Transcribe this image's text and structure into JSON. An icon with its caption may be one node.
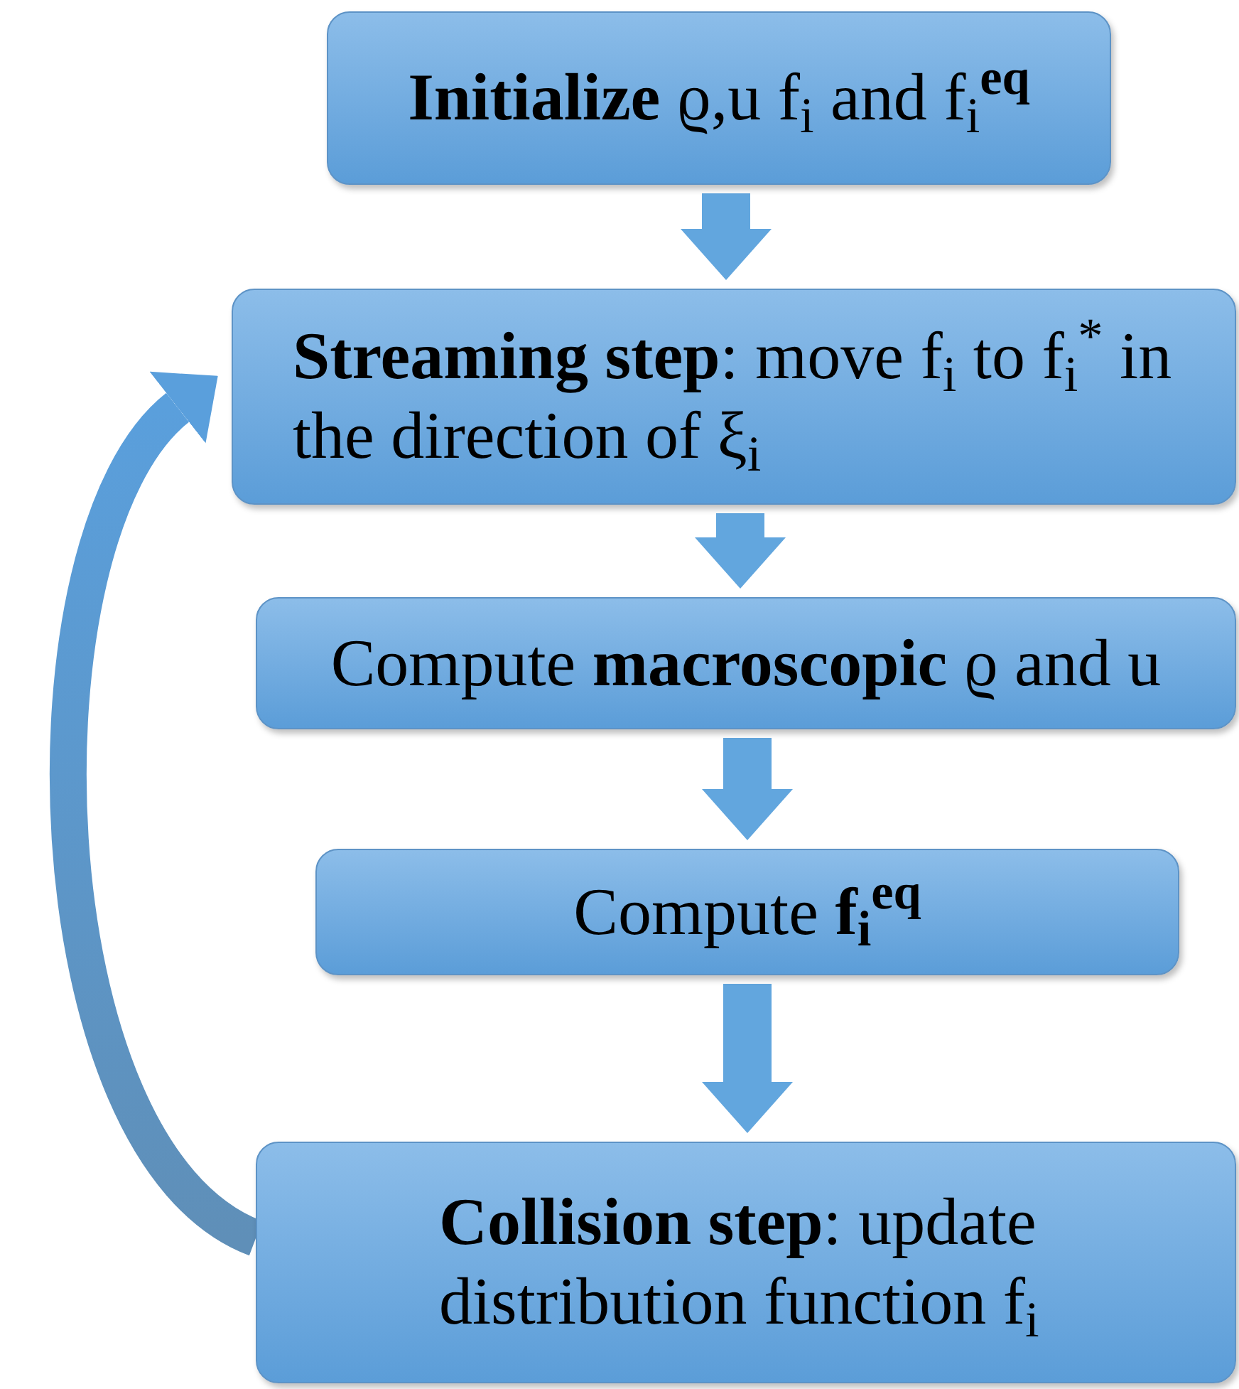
{
  "diagram": {
    "nodes": [
      {
        "text": [
          "**Initialize** ϱ,u f$_{i}$ and f$_{i}$**$^{eq}$**"
        ]
      },
      {
        "text": [
          "**Streaming step**: move f$_{i}$ to f$_{i}$$^{*}$ in the direction of ξ$_{i}$"
        ]
      },
      {
        "text": [
          "Compute **macroscopic** ϱ and u"
        ]
      },
      {
        "text": [
          "Compute **f$_{i}$$^{eq}$**"
        ]
      },
      {
        "text": [
          "**Collision step**: update distribution function f$_{i}$"
        ]
      }
    ],
    "edges": [
      {
        "from": 0,
        "to": 1,
        "arrow": "to"
      },
      {
        "from": 1,
        "to": 2,
        "arrow": "to"
      },
      {
        "from": 2,
        "to": 3,
        "arrow": "to"
      },
      {
        "from": 3,
        "to": 4,
        "arrow": "to"
      },
      {
        "from": 4,
        "to": 1,
        "arrow": "to"
      }
    ]
  }
}
